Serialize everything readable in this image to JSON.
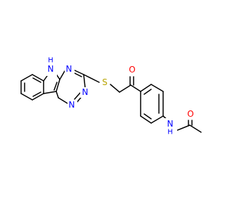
{
  "colors": {
    "bond": "#000000",
    "nitrogen": "#0000FF",
    "oxygen": "#FF0000",
    "sulfur": "#B8A400",
    "background": "#FFFFFF"
  },
  "atoms": {
    "indole_nh": {
      "symbol": "N",
      "suffix": "H",
      "color": "nitrogen"
    },
    "triazine_n4": {
      "symbol": "N",
      "color": "nitrogen"
    },
    "triazine_n1": {
      "symbol": "N",
      "color": "nitrogen"
    },
    "triazine_n2": {
      "symbol": "N",
      "color": "nitrogen"
    },
    "thioether_s": {
      "symbol": "S",
      "color": "sulfur"
    },
    "ketone_o": {
      "symbol": "O",
      "color": "oxygen"
    },
    "amide_o": {
      "symbol": "O",
      "color": "oxygen"
    },
    "amide_nh": {
      "symbol": "N",
      "suffix": "H",
      "color": "nitrogen"
    }
  }
}
